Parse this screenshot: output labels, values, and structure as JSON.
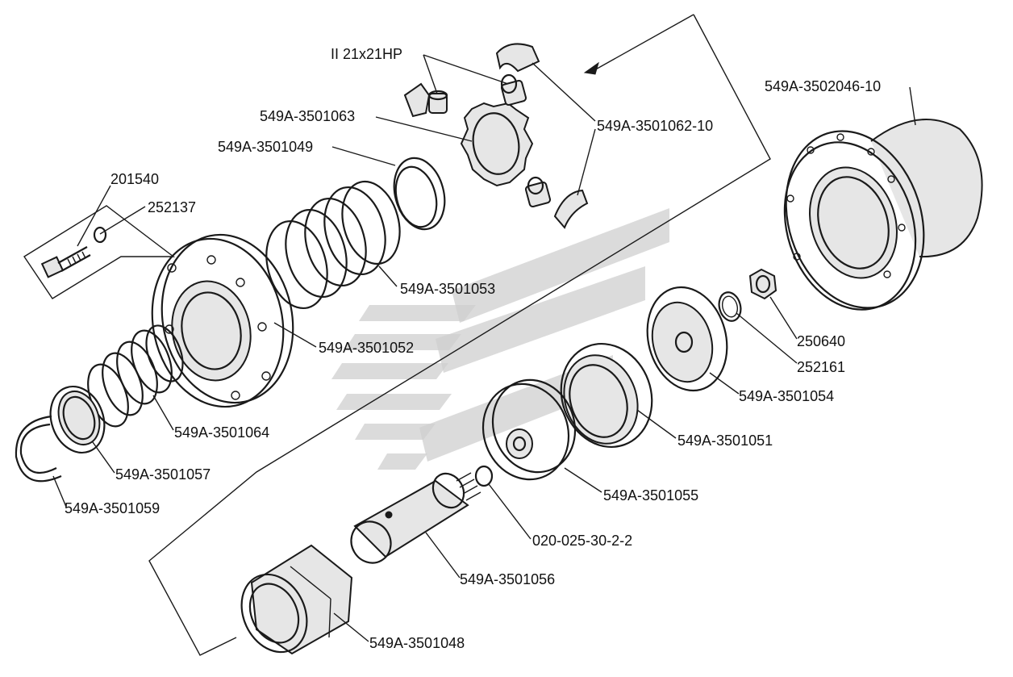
{
  "labels": {
    "pin": "II 21x21HP",
    "disk_1063": "549A-3501063",
    "ring_1049": "549A-3501049",
    "bolt": "201540",
    "washer": "252137",
    "block_1062": "549A-3501062-10",
    "drum": "549A-3502046-10",
    "spring_1053": "549A-3501053",
    "housing_1052": "549A-3501052",
    "spring_1064": "549A-3501064",
    "seal_1057": "549A-3501057",
    "ring_1059": "549A-3501059",
    "nut": "250640",
    "washer2": "252161",
    "cup_1054": "549A-3501054",
    "ring_1051": "549A-3501051",
    "piston_1055": "549A-3501055",
    "oring": "020-025-30-2-2",
    "shaft_1056": "549A-3501056",
    "sleeve_1048": "549A-3501048"
  }
}
